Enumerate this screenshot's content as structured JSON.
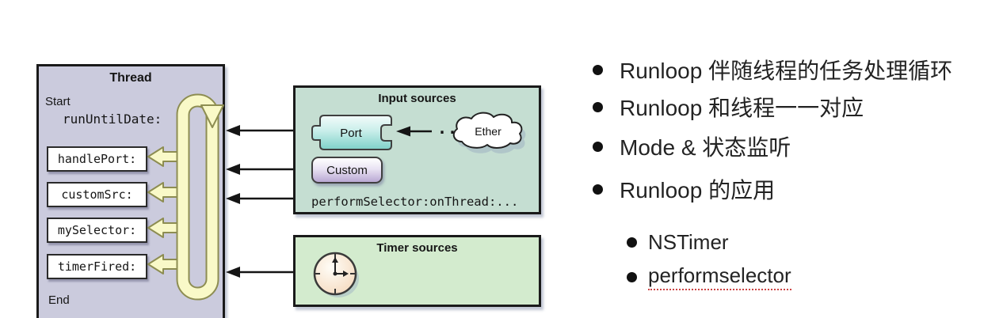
{
  "diagram": {
    "thread": {
      "title": "Thread",
      "start_label": "Start",
      "run_until_label": "runUntilDate:",
      "handlers": [
        "handlePort:",
        "customSrc:",
        "mySelector:",
        "timerFired:"
      ],
      "end_label": "End"
    },
    "input_sources": {
      "title": "Input sources",
      "port_label": "Port",
      "custom_label": "Custom",
      "ether_label": "Ether",
      "ellipsis": "...",
      "perform_label": "performSelector:onThread:..."
    },
    "timer_sources": {
      "title": "Timer sources"
    },
    "colors": {
      "thread_fill": "#cbcbdd",
      "input_fill": "#c5ded2",
      "timer_fill": "#d3ebce",
      "loop_fill": "#f9f9c8",
      "loop_outline": "#8d8d52",
      "arrow": "#151515"
    }
  },
  "bullets": {
    "items": [
      {
        "label": "Runloop 伴随线程的任务处理循环",
        "level": 1
      },
      {
        "label": "Runloop 和线程一一对应",
        "level": 1
      },
      {
        "label": "Mode & 状态监听",
        "level": 1
      },
      {
        "label": "Runloop 的应用",
        "level": 1
      },
      {
        "label": "NSTimer",
        "level": 2
      },
      {
        "label": "performselector",
        "level": 2,
        "underline": "red-dotted"
      }
    ]
  }
}
